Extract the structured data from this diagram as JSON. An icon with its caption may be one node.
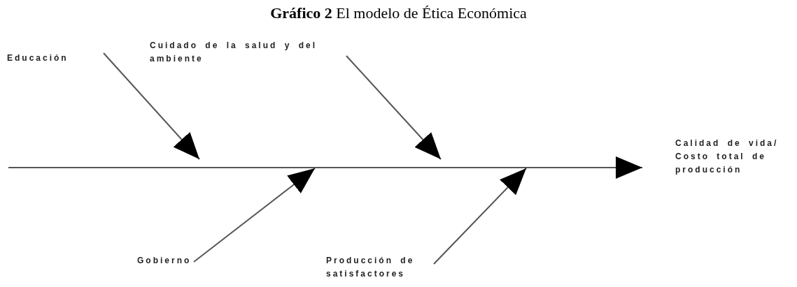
{
  "diagram": {
    "title": "**Gráfico 2** El modelo de Ética Económica",
    "nodes": [
      {
        "text": [
          "Educación"
        ]
      },
      {
        "text": [
          "Cuidado de la salud y del ambiente"
        ]
      },
      {
        "text": [
          "Calidad de vida/ Costo total de producción"
        ]
      },
      {
        "text": [
          "Gobierno"
        ]
      },
      {
        "text": [
          "Producción de satisfactores"
        ]
      }
    ],
    "edges": [
      {
        "from": null,
        "to": 2,
        "arrow": "to"
      },
      {
        "from": 0,
        "to": null,
        "arrow": "to"
      },
      {
        "from": 1,
        "to": null,
        "arrow": "to"
      },
      {
        "from": 3,
        "to": null,
        "arrow": "to"
      },
      {
        "from": 4,
        "to": null,
        "arrow": "to"
      }
    ]
  }
}
